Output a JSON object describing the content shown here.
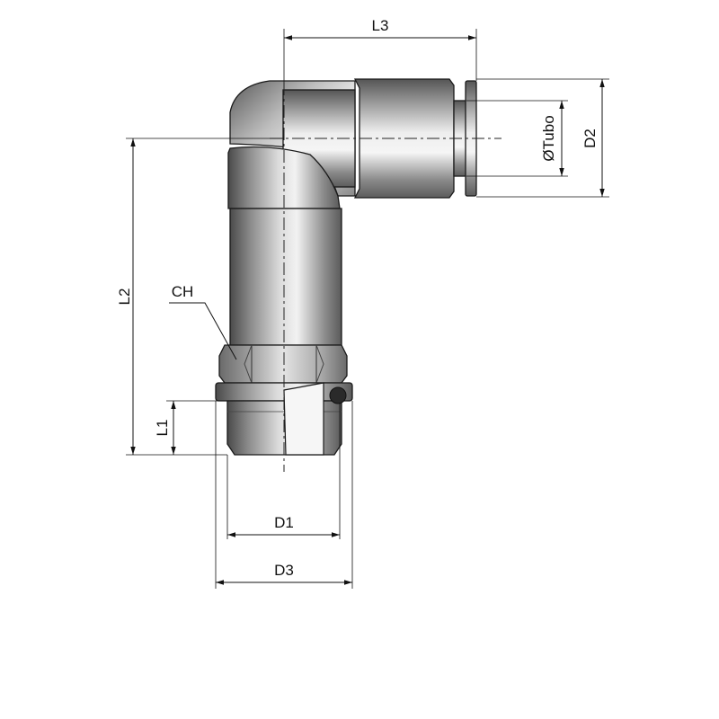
{
  "drawing": {
    "part": "elbow push-in fitting with male thread",
    "dimensions": {
      "l3": "L3",
      "l2": "L2",
      "l1": "L1",
      "d1": "D1",
      "d2": "D2",
      "d3": "D3",
      "tube": "ØTubo",
      "ch": "CH"
    },
    "colors": {
      "metal_dark": "#6e6e6e",
      "metal_light": "#e6e6e6",
      "line": "#111111"
    }
  }
}
